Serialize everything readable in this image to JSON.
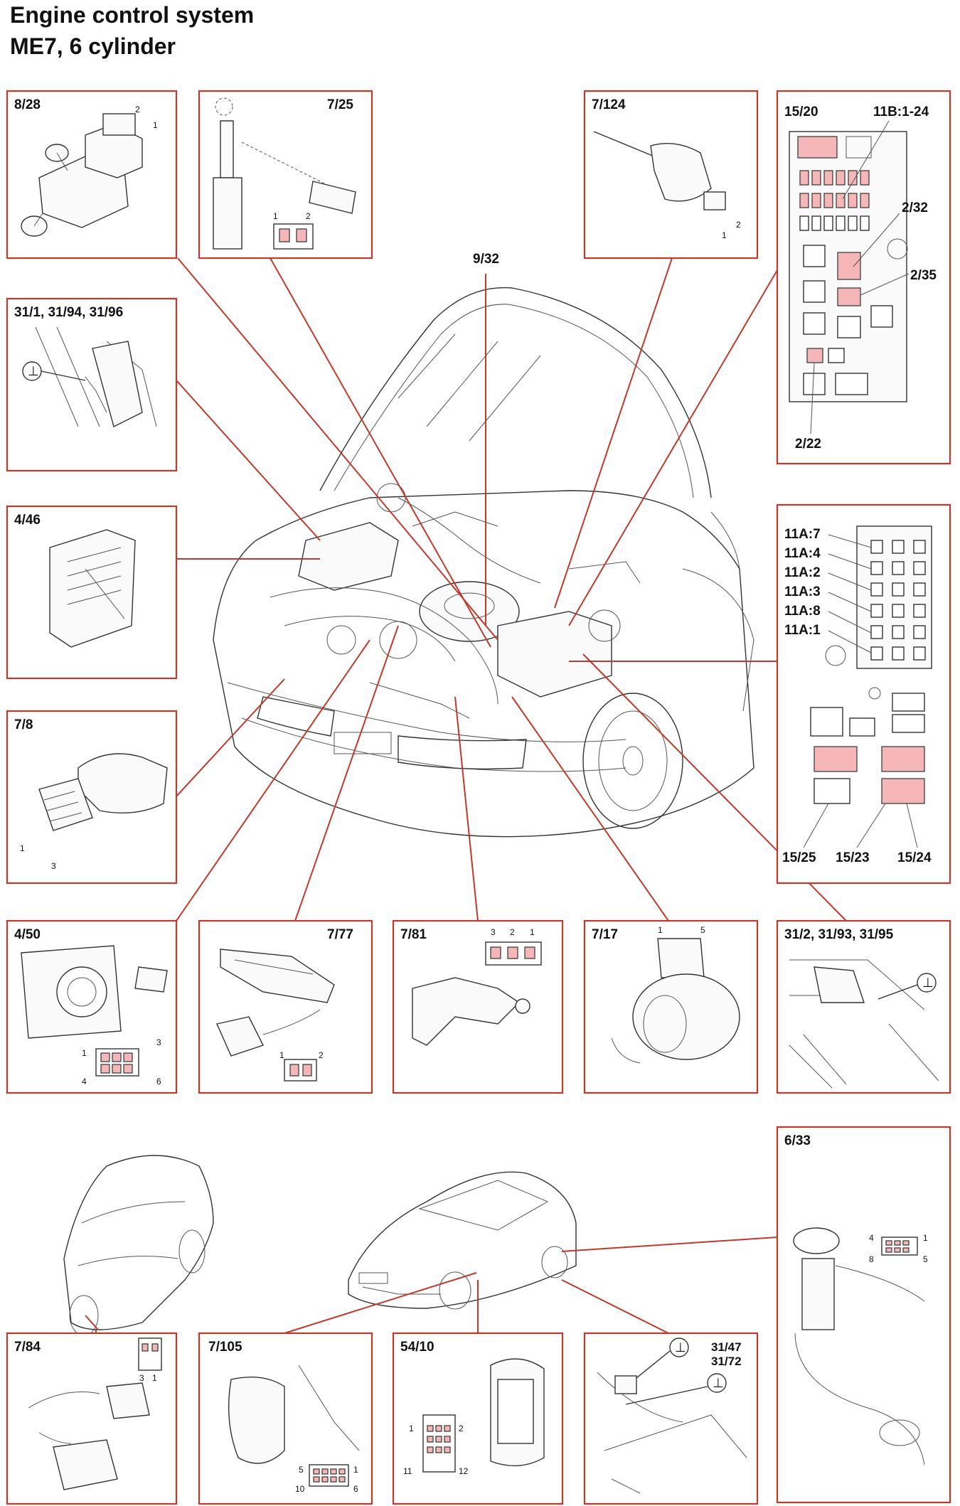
{
  "title": {
    "line1": "Engine control system",
    "line2": "ME7, 6 cylinder"
  },
  "components": {
    "c_8_28": {
      "label": "8/28",
      "pins": [
        "2",
        "1"
      ]
    },
    "c_7_25": {
      "label": "7/25",
      "pins": [
        "1",
        "2"
      ]
    },
    "c_7_124": {
      "label": "7/124",
      "pins": [
        "2",
        "1"
      ]
    },
    "c_9_32": {
      "label": "9/32"
    },
    "fusebox_top": {
      "label": "15/20",
      "label2": "11B:1-24",
      "label3": "2/32",
      "label4": "2/35",
      "label5": "2/22"
    },
    "c_31_1": {
      "label": "31/1, 31/94, 31/96"
    },
    "c_4_46": {
      "label": "4/46"
    },
    "fusebox_mid": {
      "label": "11A:7",
      "label2": "11A:4",
      "label3": "11A:2",
      "label4": "11A:3",
      "label5": "11A:8",
      "label6": "11A:1",
      "label7": "15/25",
      "label8": "15/23",
      "label9": "15/24"
    },
    "c_7_8": {
      "label": "7/8",
      "pins": [
        "1",
        "3"
      ]
    },
    "c_4_50": {
      "label": "4/50",
      "pins": [
        "1",
        "3",
        "4",
        "6"
      ]
    },
    "c_7_77": {
      "label": "7/77",
      "pins": [
        "1",
        "2"
      ]
    },
    "c_7_81": {
      "label": "7/81",
      "pins": [
        "3",
        "2",
        "1"
      ]
    },
    "c_7_17": {
      "label": "7/17",
      "pins": [
        "1",
        "5"
      ]
    },
    "c_31_2": {
      "label": "31/2, 31/93, 31/95"
    },
    "c_6_33": {
      "label": "6/33",
      "pins": [
        "4",
        "1",
        "8",
        "5"
      ]
    },
    "c_7_84": {
      "label": "7/84",
      "pins": [
        "3",
        "1"
      ]
    },
    "c_7_105": {
      "label": "7/105",
      "pins": [
        "5",
        "1",
        "10",
        "6"
      ]
    },
    "c_54_10": {
      "label": "54/10",
      "pins": [
        "1",
        "2",
        "11",
        "12"
      ]
    },
    "c_31_47": {
      "label": "31/47",
      "label2": "31/72"
    }
  },
  "icons": {
    "ground": "ground-symbol-icon"
  },
  "colors": {
    "frame": "#c0392b",
    "highlight": "#f4b6b6"
  }
}
